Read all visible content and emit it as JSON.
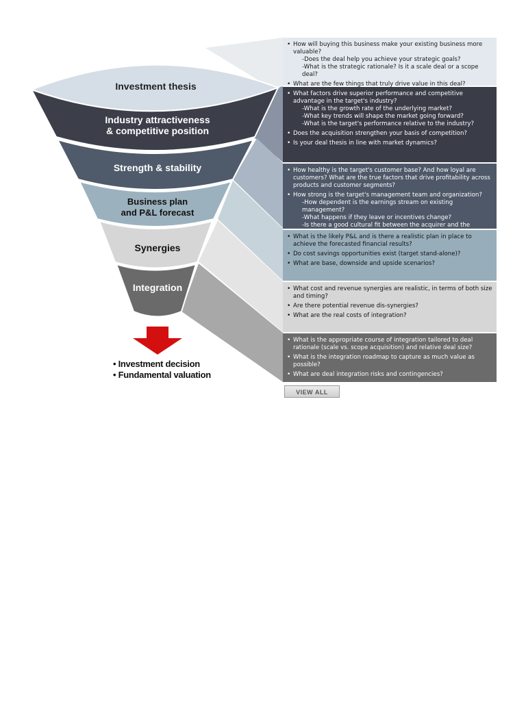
{
  "stages": [
    {
      "id": "investment-thesis",
      "label": "Investment thesis",
      "color": "#d5dee6",
      "text_color": "#222222"
    },
    {
      "id": "industry",
      "label": "Industry attractiveness\n& competitive position",
      "color": "#3c3f4a",
      "text_color": "#ffffff"
    },
    {
      "id": "strength",
      "label": "Strength & stability",
      "color": "#4f5a6a",
      "text_color": "#ffffff"
    },
    {
      "id": "business-plan",
      "label": "Business plan\nand P&L forecast",
      "color": "#9bb1be",
      "text_color": "#111111"
    },
    {
      "id": "synergies",
      "label": "Synergies",
      "color": "#d6d6d6",
      "text_color": "#111111"
    },
    {
      "id": "integration",
      "label": "Integration",
      "color": "#6a6a6a",
      "text_color": "#ffffff"
    }
  ],
  "panels": [
    {
      "color": "#e3e9ee",
      "text_color": "#1a1a1a",
      "items": [
        {
          "text": "How will buying this business make your existing business more valuable?",
          "subs": [
            "-Does the deal help you achieve your strategic goals?",
            "-What is the strategic rationale? Is it a scale deal or a scope deal?"
          ]
        },
        {
          "text": "What are the few things that truly drive value in this deal?",
          "subs": []
        }
      ]
    },
    {
      "color": "#3a3c47",
      "text_color": "#ffffff",
      "items": [
        {
          "text": "What factors drive superior performance and competitive advantage in the target's industry?",
          "subs": [
            "-What is the growth rate of the underlying market?",
            "-What key trends will shape the market going forward?",
            "-What is the target's performance relative to the industry?"
          ]
        },
        {
          "text": "Does the acquisition strengthen your basis of competition?",
          "subs": []
        },
        {
          "text": "Is your deal thesis in line with market dynamics?",
          "subs": []
        }
      ]
    },
    {
      "color": "#4e5868",
      "text_color": "#ffffff",
      "items": [
        {
          "text": "How healthy is the target's customer base? And how loyal are customers? What are the true factors that drive profitability across products and customer segments?",
          "subs": []
        },
        {
          "text": "How strong is the target's management team and organization?",
          "subs": [
            "-How dependent is the earnings stream on existing management?",
            "-What happens if they leave or incentives change?",
            "-Is there a good cultural fit between the acquirer and the target?"
          ]
        }
      ]
    },
    {
      "color": "#98adba",
      "text_color": "#111111",
      "items": [
        {
          "text": "What is the likely P&L and is there a realistic plan in place to achieve the forecasted financial results?",
          "subs": []
        },
        {
          "text": "Do cost savings opportunities exist (target stand-alone)?",
          "subs": []
        },
        {
          "text": "What are base, downside and upside scenarios?",
          "subs": []
        }
      ]
    },
    {
      "color": "#d6d6d6",
      "text_color": "#111111",
      "items": [
        {
          "text": "What cost and revenue synergies are realistic, in terms of both size and timing?",
          "subs": []
        },
        {
          "text": "Are there potential revenue dis-synergies?",
          "subs": []
        },
        {
          "text": "What are the real costs of integration?",
          "subs": []
        }
      ]
    },
    {
      "color": "#6b6b6b",
      "text_color": "#ffffff",
      "items": [
        {
          "text": "What is the appropriate course of integration tailored to deal rationale (scale vs. scope acquisition) and relative deal size?",
          "subs": []
        },
        {
          "text": "What is the integration roadmap to capture as much value as possible?",
          "subs": []
        },
        {
          "text": "What are deal integration risks and contingencies?",
          "subs": []
        }
      ]
    }
  ],
  "outcomes": [
    "Investment decision",
    "Fundamental valuation"
  ],
  "arrow_color": "#d40f0f",
  "view_all_label": "VIEW ALL"
}
